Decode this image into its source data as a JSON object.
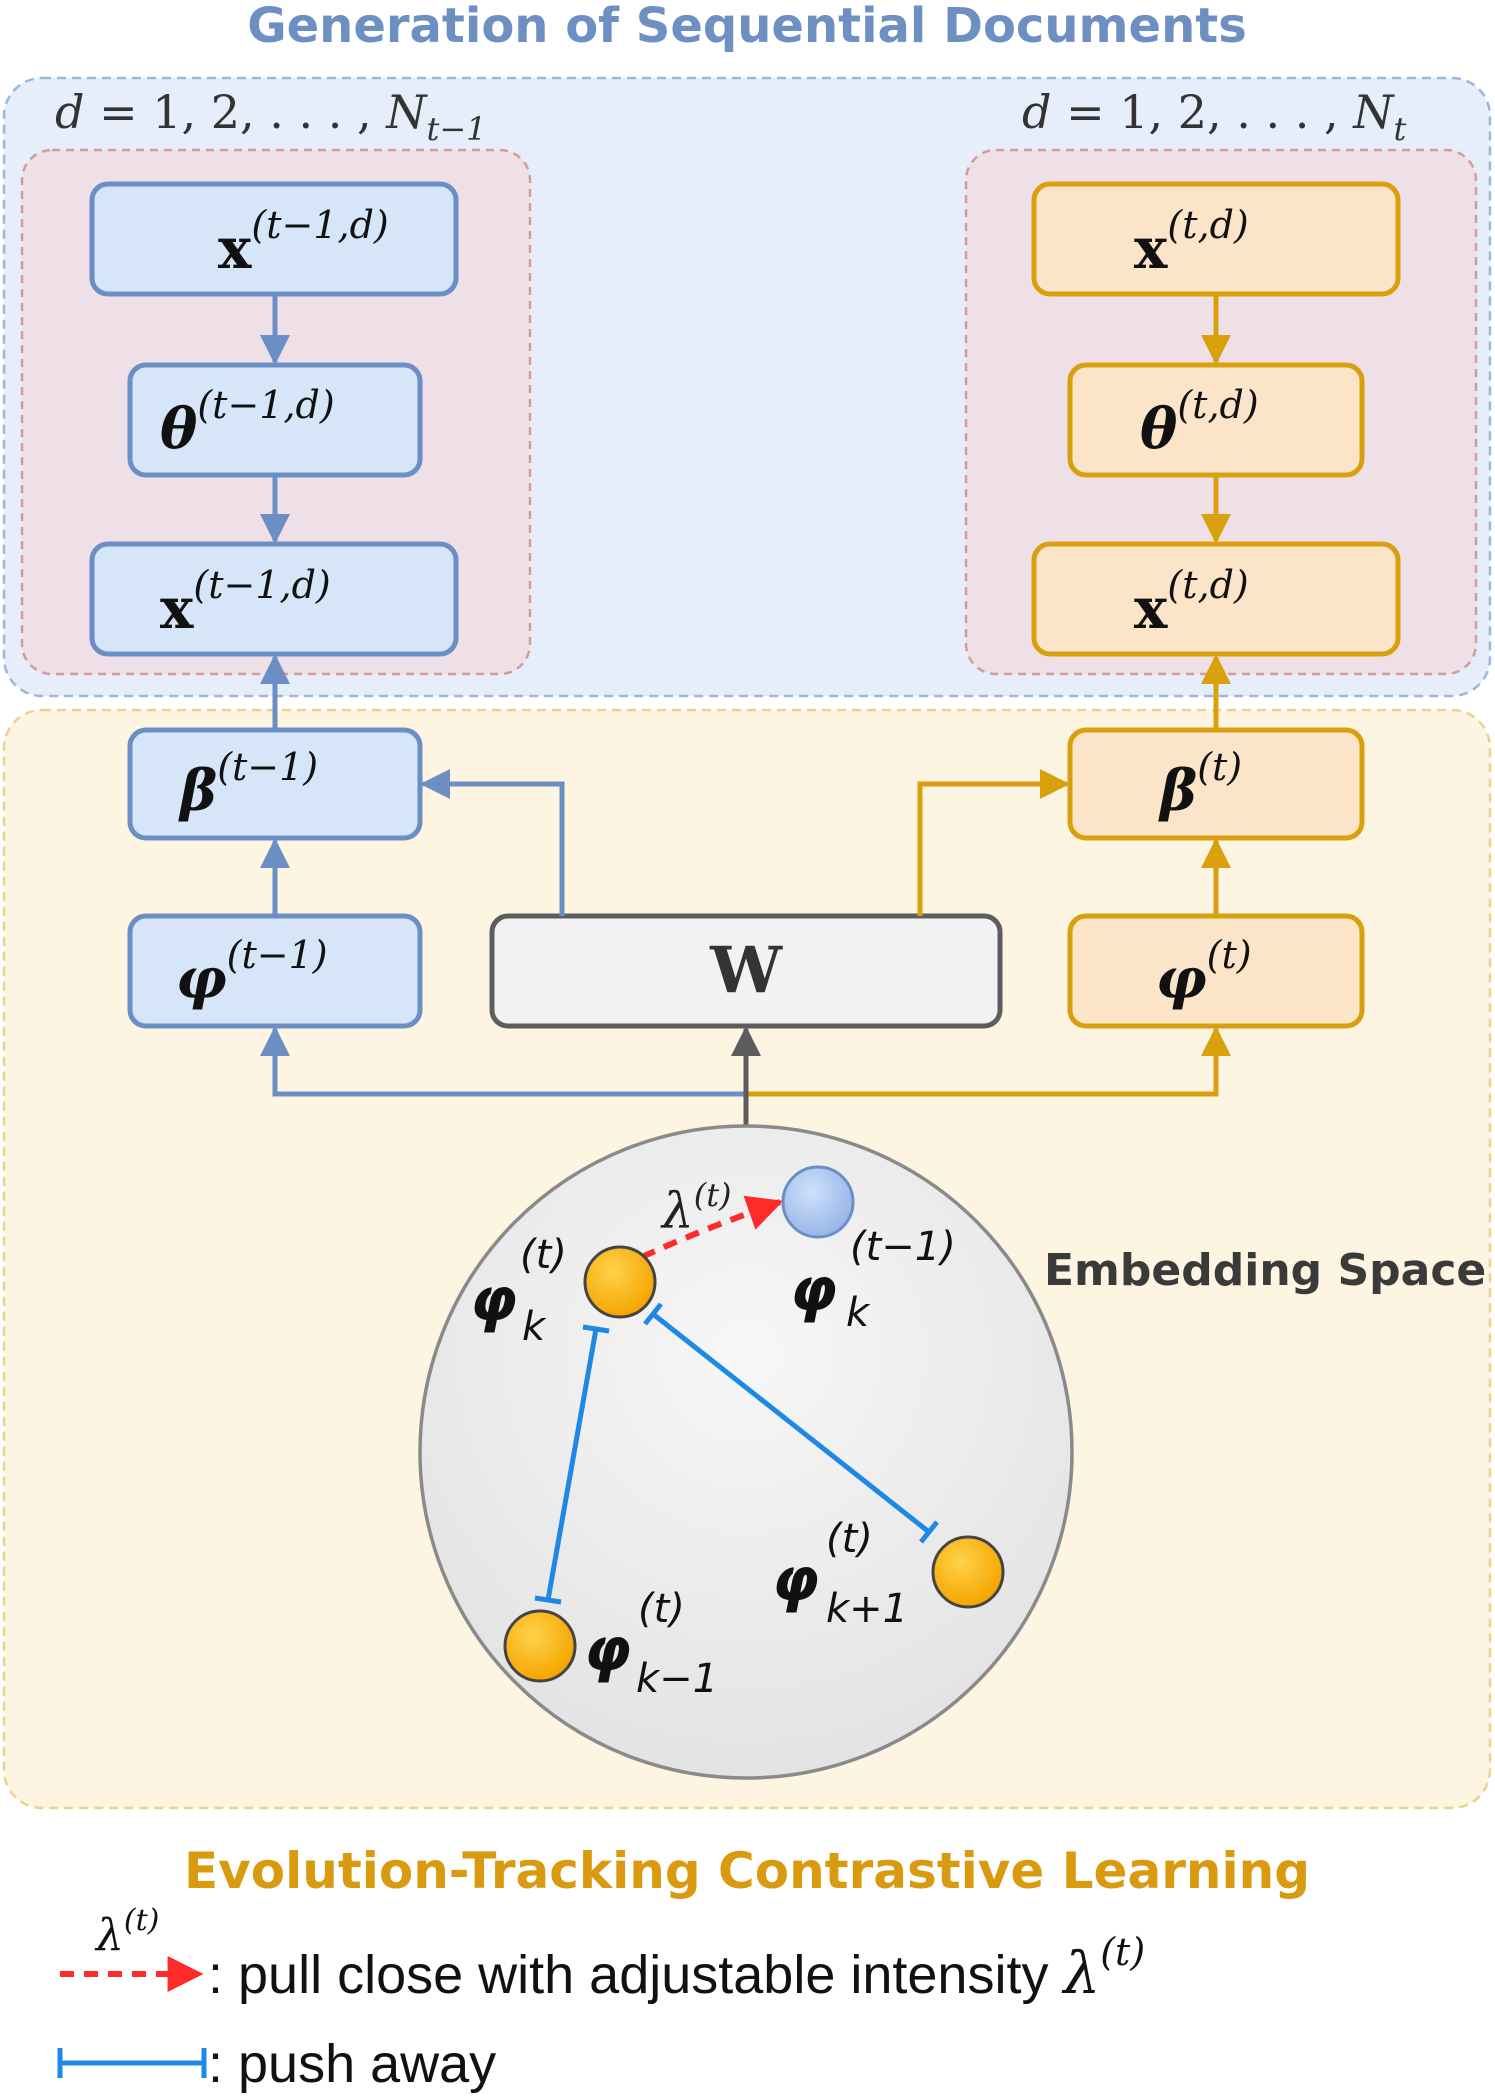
{
  "title": "Generation of Sequential Documents",
  "doc_range_left": {
    "d": "d",
    "eq": " = 1, 2, . . . , ",
    "N": "N",
    "sub": "t−1"
  },
  "doc_range_right": {
    "d": "d",
    "eq": " = 1, 2, . . . , ",
    "N": "N",
    "sub": "t"
  },
  "left_column": {
    "x_top": {
      "base": "x",
      "sup": "(t−1,d)"
    },
    "theta": {
      "base": "θ",
      "sup": "(t−1,d)"
    },
    "x_bottom": {
      "base": "x",
      "sup": "(t−1,d)"
    },
    "beta": {
      "base": "β",
      "sup": "(t−1)"
    },
    "phi": {
      "base": "φ",
      "sup": "(t−1)"
    }
  },
  "right_column": {
    "x_top": {
      "base": "x",
      "sup": "(t,d)"
    },
    "theta": {
      "base": "θ",
      "sup": "(t,d)"
    },
    "x_bottom": {
      "base": "x",
      "sup": "(t,d)"
    },
    "beta": {
      "base": "β",
      "sup": "(t)"
    },
    "phi": {
      "base": "φ",
      "sup": "(t)"
    }
  },
  "w_box": "W",
  "embedding_space_label": "Embedding Space",
  "embedding_points": {
    "phi_k_t": {
      "base": "φ",
      "sub": "k",
      "sup": "(t)"
    },
    "phi_k_prev": {
      "base": "φ",
      "sub": "k",
      "sup": "(t−1)"
    },
    "phi_k_plus_1": {
      "base": "φ",
      "sub": "k+1",
      "sup": "(t)"
    },
    "phi_k_minus_1": {
      "base": "φ",
      "sub": "k−1",
      "sup": "(t)"
    }
  },
  "lambda_label": {
    "base": "λ",
    "sup": "(t)"
  },
  "section_label": "Evolution-Tracking Contrastive Learning",
  "legend": {
    "pull_label": {
      "base": "λ",
      "sup": "(t)"
    },
    "pull_text": ": pull close with adjustable intensity ",
    "pull_symbol": {
      "base": "λ",
      "sup": "(t)"
    },
    "push_text": ": push away"
  },
  "colors": {
    "title_blue": "#6d8fc2",
    "section_orange": "#d99a10",
    "blue_stroke": "#6b8fc4",
    "blue_fill": "#d6e6f8",
    "orange_stroke": "#d9a00e",
    "orange_fill": "#fce4c8",
    "gray_stroke": "#5d5d5d",
    "push_blue": "#1e88e5",
    "pull_red": "#ff2a2a"
  }
}
